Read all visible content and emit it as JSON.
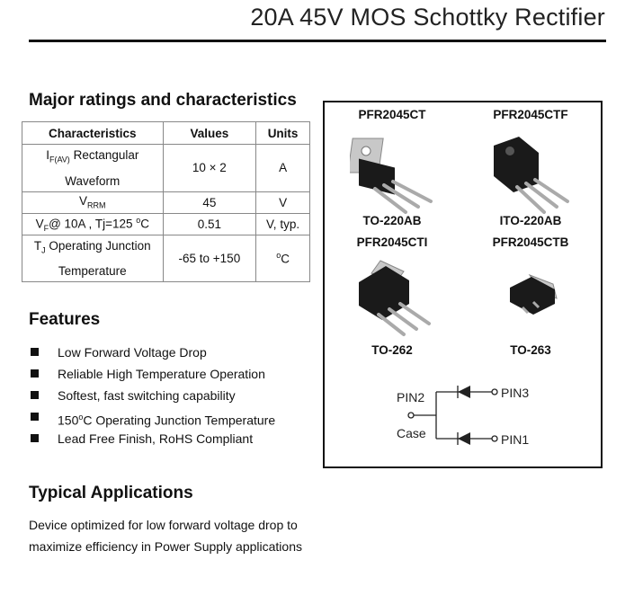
{
  "header": {
    "title": "20A 45V MOS Schottky Rectifier"
  },
  "ratings": {
    "heading": "Major ratings and characteristics",
    "columns": [
      "Characteristics",
      "Values",
      "Units"
    ],
    "rows": [
      {
        "symbol": "I",
        "sub": "F(AV)",
        "desc1": " Rectangular",
        "desc2": "Waveform",
        "value": "10 × 2",
        "unit": "A"
      },
      {
        "symbol": "V",
        "sub": "RRM",
        "value": "45",
        "unit": "V"
      },
      {
        "symbol": "V",
        "sub": "F",
        "desc1": "@ 10A , Tj=125 ",
        "sup": "o",
        "desc_tail": "C",
        "value": "0.51",
        "unit": "V, typ."
      },
      {
        "symbol": "T",
        "sub": "J",
        "desc1": " Operating Junction",
        "desc2": "Temperature",
        "value": "-65 to +150",
        "unit_sup": "o",
        "unit": "C"
      }
    ]
  },
  "features": {
    "heading": "Features",
    "items": [
      "Low Forward Voltage Drop",
      "Reliable High Temperature Operation",
      "Softest, fast switching capability",
      "Operating Junction Temperature",
      "Lead Free Finish, RoHS Compliant"
    ],
    "item4_prefix": "150",
    "item4_sup": "o",
    "item4_unit": "C "
  },
  "applications": {
    "heading": "Typical Applications",
    "text": "Device optimized for low forward voltage drop to maximize efficiency in Power Supply applications"
  },
  "packages": [
    {
      "part": "PFR2045CT",
      "package": "TO-220AB"
    },
    {
      "part": "PFR2045CTF",
      "package": "ITO-220AB"
    },
    {
      "part": "PFR2045CTI",
      "package": "TO-262"
    },
    {
      "part": "PFR2045CTB",
      "package": "TO-263"
    }
  ],
  "circuit": {
    "pin2": "PIN2",
    "case": "Case",
    "pin3": "PIN3",
    "pin1": "PIN1"
  }
}
